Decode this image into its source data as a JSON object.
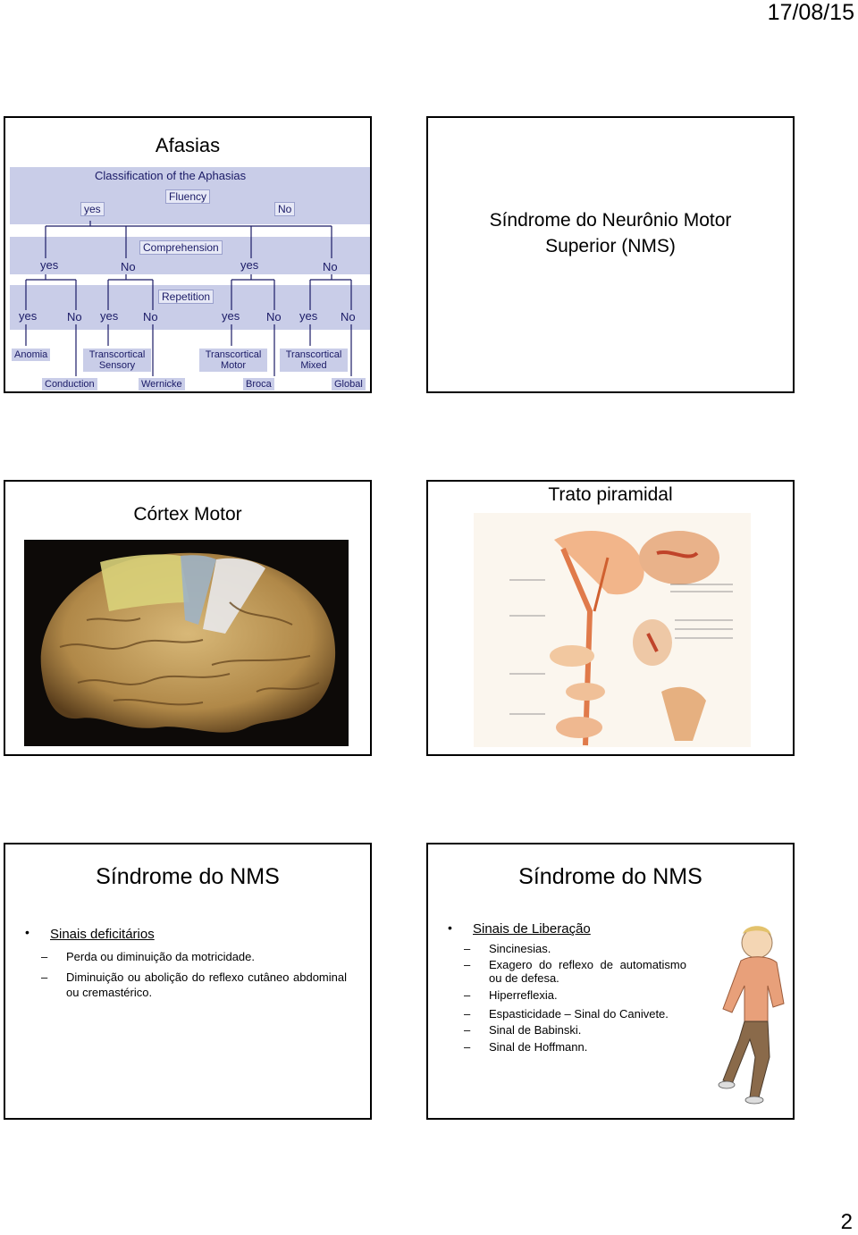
{
  "header": {
    "date": "17/08/15"
  },
  "footer": {
    "page_number": "2"
  },
  "slide1": {
    "title": "Afasias",
    "chart": {
      "heading": "Classification of the Aphasias",
      "fluency": "Fluency",
      "comprehension": "Comprehension",
      "repetition": "Repetition",
      "yes": "yes",
      "no": "No",
      "results": {
        "anomia": "Anomia",
        "conduction": "Conduction",
        "transcortical_sensory": "Transcortical Sensory",
        "wernicke": "Wernicke",
        "transcortical_motor": "Transcortical Motor",
        "broca": "Broca",
        "transcortical_mixed": "Transcortical Mixed",
        "global": "Global"
      }
    }
  },
  "slide2": {
    "title": "Síndrome do Neurônio Motor Superior (NMS)"
  },
  "slide3": {
    "title": "Córtex Motor"
  },
  "slide4": {
    "title": "Trato piramidal"
  },
  "slide5": {
    "title": "Síndrome do NMS",
    "bullet": "Sinais deficitários",
    "items": [
      "Perda ou diminuição da motricidade.",
      "Diminuição ou abolição do reflexo cutâneo abdominal ou cremastérico."
    ]
  },
  "slide6": {
    "title": "Síndrome do NMS",
    "bullet": "Sinais de Liberação",
    "items": [
      "Sincinesias.",
      "Exagero do reflexo de automatismo ou de defesa.",
      "Hiperreflexia.",
      "Espasticidade – Sinal do Canivete.",
      "Sinal de Babinski.",
      "Sinal de Hoffmann."
    ]
  }
}
